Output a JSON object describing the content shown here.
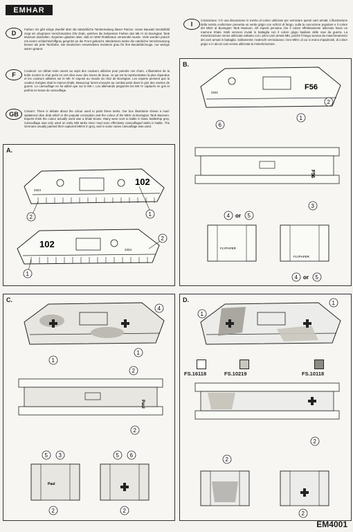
{
  "brand": "EMHAR",
  "product_code": "EM4001",
  "languages": [
    {
      "code": "D",
      "text": "Farben: Es gibt einige Zweifel über die tatsächliche Tarnbemalung dieser Panzer. Unser Bausatz Deckelbild zeigt ein olivgrünes Verschmutztes Oliv Drab, welches die bekannten Farben des Mk IV im Bovington Tank Museum darstellen. Experten glauben aber, daß im WWI khakibraun verwendet wurde. Viele wurden jedoch mit einem schlachtschiffgrau gespritzt an die Front gebracht. Mindestens tarnte die natürliche Verschmutzung besser als jede Tarnfarbe. Die Deutschen verwendeten meistens grau für ihre Beutefahrzeuge, nur wenige waren getarnt."
    },
    {
      "code": "F",
      "text": "Couleurs: Un débat reste ouvert au sujet des couleurs utilisées pour peindre ces chars. L'illustration de la boîte montre le char peint en vert olive avec des traces de boue, ce qui est la représentation la plus répandue et les couleurs utilisées sur le MK IV exposé au musée du char de Bovington. Les experts pensent que la couleur d'origine était le marron khaki. Beaucoup furent envoyés au combat peint dans le gris des navires de guerre. Le camouflage ne fut utilisé que sur le MK I. Les allemands peignirent les MK IV capturés en gris et parfois en tenue de camouflage."
    },
    {
      "code": "GB",
      "text": "Colours: There is debate about the colour used to paint these tanks. Our box illustration shows a mud-splattered olive drab which is the popular conception and the colour of the MkIV at Bovington Tank Museum. Experts think the colour actually used was a khaki brown. Many were sent to battle in basic battleship grey. Camouflage was only used on early MkI tanks since mud soon effectively camouflaged tanks in battle. The Germans usually painted their captured MkIVs in grey, and in some cases camouflage was used."
    },
    {
      "code": "I",
      "text": "Colorazione: C'è una discussione in merito al colore utilizzato per verniciare questi carri armati. L'illustrazione della nostra confezione presenta un verde grigio con schizzi di fango, sulla la concezione popolare e il colore del MkIV al Bovington Tank Museum. Gli esperti pensano che il colore effettivamente utilizzato fosse un marrone Khaki. Molti vennero inviati in battaglia con il colore grigio basilare delle navi da guerra. La mimetizzazione venne utilizzata soltanto con i primi carri armati MkI, poiché il fango serviva da mascheramento dei carri armati in battaglia. Solitamente i tedeschi verniciavano i loro MkIV, di cui si erano impadroniti, di colore grigio e in alcuni casi veniva utilizzata la mimetizzazione."
    }
  ],
  "panels": {
    "A": {
      "label": "A.",
      "serial": "2324",
      "number": "102"
    },
    "B": {
      "label": "B.",
      "serial": "2341",
      "number": "F56",
      "flypaper": "FLYPAPER",
      "or_text": "or"
    },
    "C": {
      "label": "C.",
      "paul": "Paul"
    },
    "D": {
      "label": "D."
    }
  },
  "swatches": [
    {
      "code": "FS.16118",
      "color": "#ffffff"
    },
    {
      "code": "FS.10219",
      "color": "#c9c6bd"
    },
    {
      "code": "FS.10118",
      "color": "#8d8a83"
    }
  ],
  "callouts": {
    "n1": "1",
    "n2": "2",
    "n3": "3",
    "n4": "4",
    "n5": "5",
    "n6": "6"
  }
}
